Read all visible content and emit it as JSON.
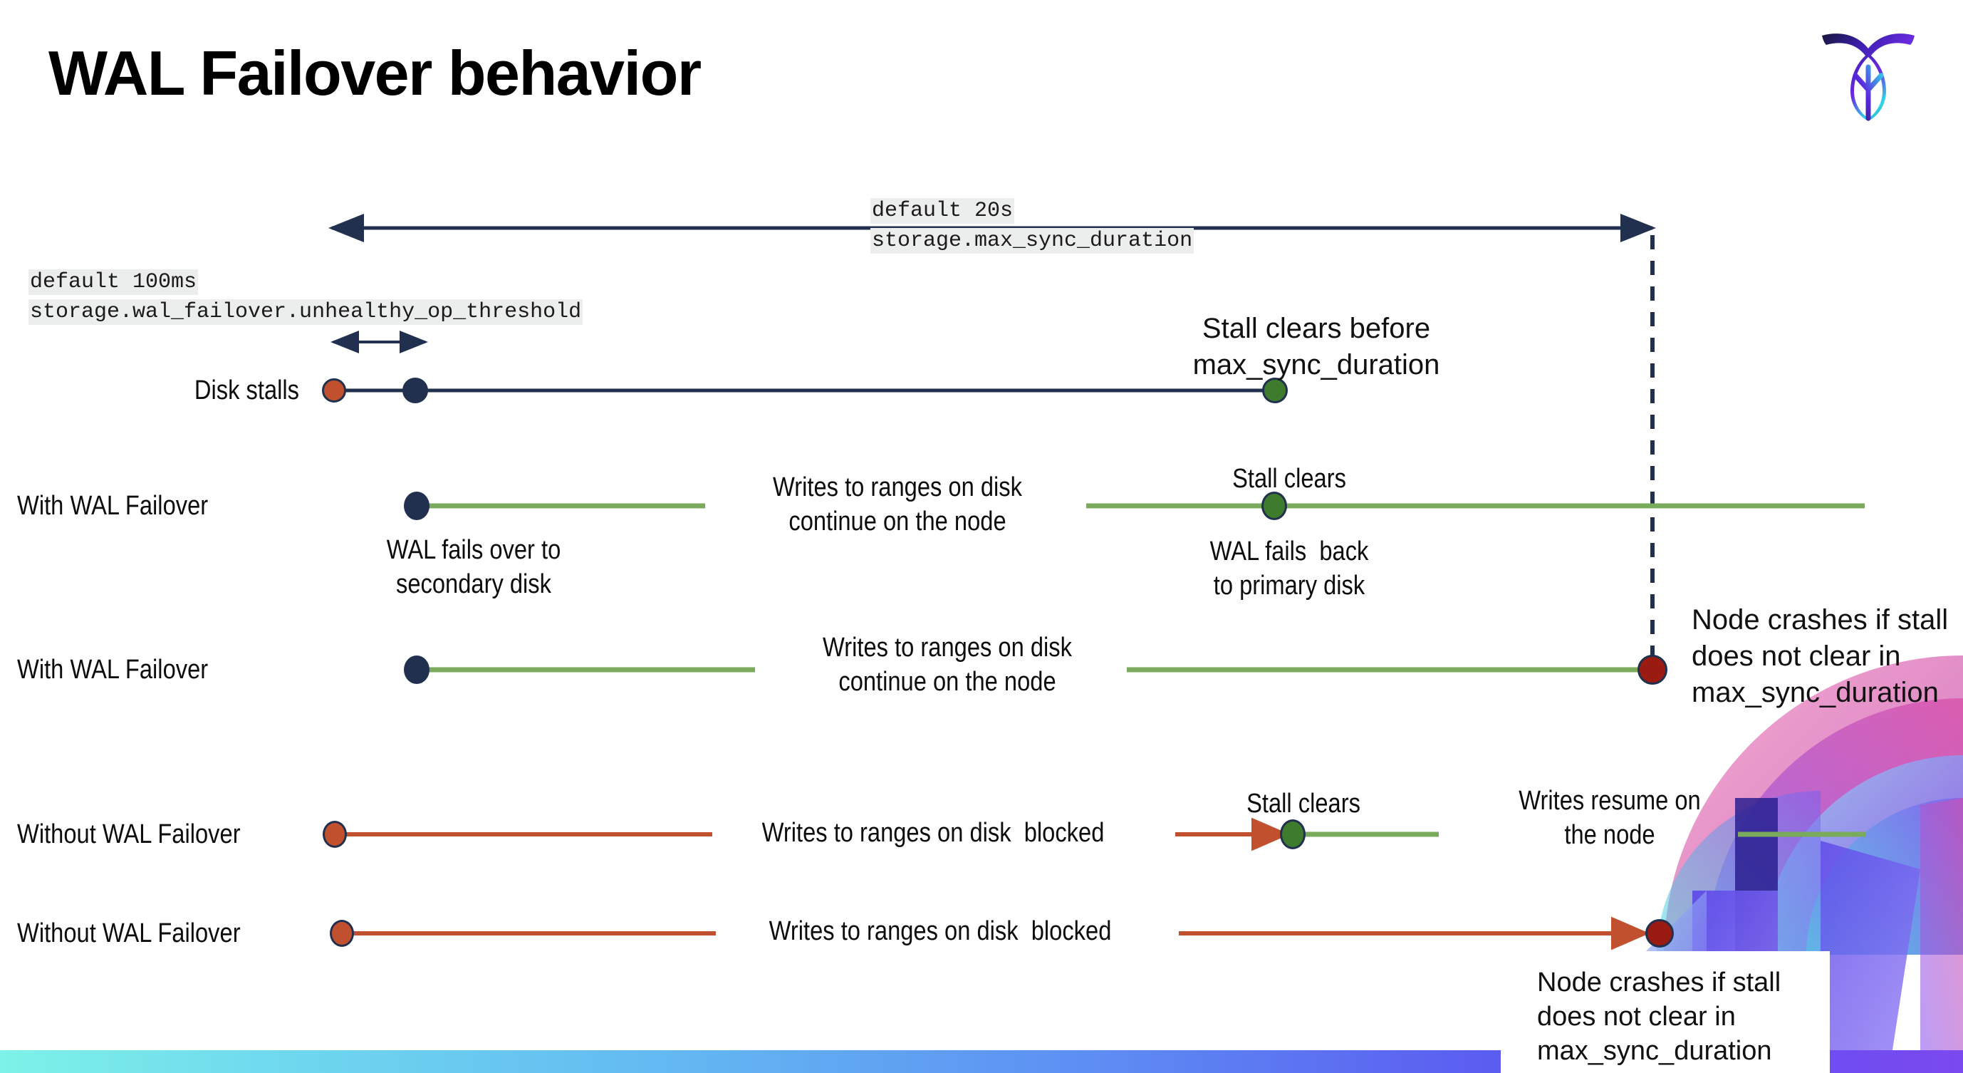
{
  "slide": {
    "title": "WAL Failover behavior",
    "brand_logo": "cockroachdb-logo-icon"
  },
  "annotations": {
    "max_sync": {
      "line1": "default 20s",
      "line2": "storage.max_sync_duration"
    },
    "unhealthy": {
      "line1": "default 100ms",
      "line2": "storage.wal_failover.unhealthy_op_threshold"
    }
  },
  "rows": [
    {
      "id": "disk-stalls",
      "label": "Disk stalls",
      "above_note": "Stall clears before\nmax_sync_duration"
    },
    {
      "id": "with-wal-failover-1",
      "label": "With WAL Failover",
      "mid_note": "Writes to ranges on disk\ncontinue on the node",
      "clear_note": "Stall clears",
      "below_left_note": "WAL fails over to\nsecondary disk",
      "below_right_note": "WAL fails  back\nto primary disk"
    },
    {
      "id": "with-wal-failover-2",
      "label": "With WAL Failover",
      "mid_note": "Writes to ranges on disk\ncontinue on the node",
      "crash_note": "Node crashes if stall\ndoes not clear in\nmax_sync_duration"
    },
    {
      "id": "without-wal-failover-1",
      "label": "Without WAL Failover",
      "mid_note": "Writes to ranges on disk  blocked",
      "clear_note": "Stall clears",
      "resume_note": "Writes resume on\nthe node"
    },
    {
      "id": "without-wal-failover-2",
      "label": "Without WAL Failover",
      "mid_note": "Writes to ranges on disk  blocked",
      "crash_note": "Node crashes if stall\ndoes not clear in\nmax_sync_duration"
    }
  ],
  "colors": {
    "navy": "#22304f",
    "green_line": "#7aab5c",
    "green_dot": "#3e7b2c",
    "orange": "#c1512e",
    "dark_red": "#9a1b11",
    "code_bg": "#eceded"
  }
}
